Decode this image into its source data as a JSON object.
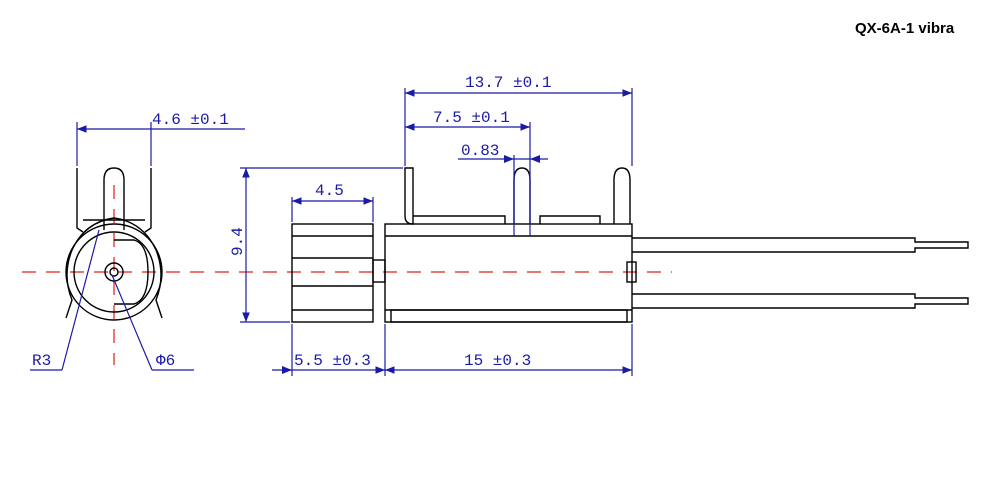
{
  "title": "QX-6A-1 vibra",
  "dimensions": {
    "front_width": "4.6 ±0.1",
    "overall_length_top": "13.7 ±0.1",
    "terminal_spacing": "7.5 ±0.1",
    "terminal_width": "0.83",
    "weight_width": "4.5",
    "height": "9.4",
    "weight_length": "5.5 ±0.3",
    "body_length": "15 ±0.3",
    "radius": "R3",
    "diameter": "Φ6"
  },
  "colors": {
    "outline": "#000000",
    "dimension": "#1a1aa8",
    "centerline": "#e0201c"
  }
}
